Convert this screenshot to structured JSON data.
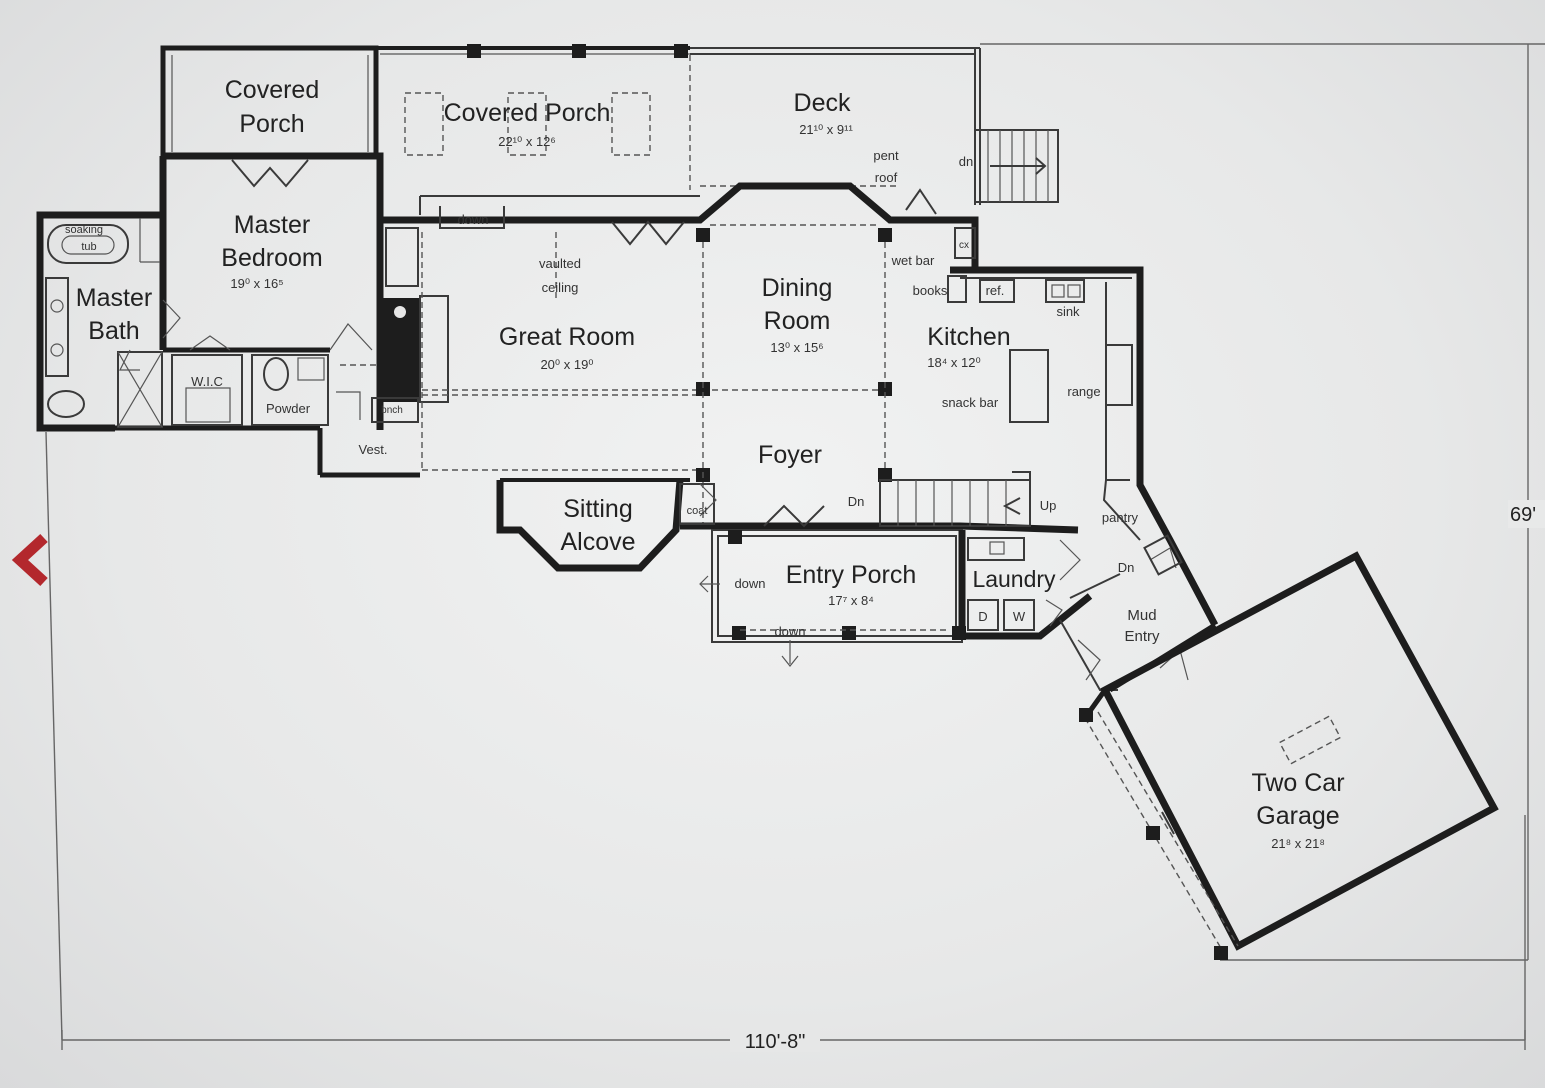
{
  "plan": {
    "rooms": {
      "covered_porch_left": "Covered\nPorch",
      "covered_porch_main": "Covered Porch",
      "covered_porch_main_size": "22¹⁰ x 12⁶",
      "deck": "Deck",
      "deck_size": "21¹⁰ x 9¹¹",
      "master_bedroom": "Master\nBedroom",
      "master_bedroom_size": "19⁰ x 16⁵",
      "master_bath": "Master\nBath",
      "great_room": "Great Room",
      "great_room_size": "20⁰ x 19⁰",
      "dining_room": "Dining\nRoom",
      "dining_room_size": "13⁰ x 15⁶",
      "kitchen": "Kitchen",
      "kitchen_size": "18⁴ x 12⁰",
      "foyer": "Foyer",
      "sitting_alcove": "Sitting\nAlcove",
      "entry_porch": "Entry Porch",
      "entry_porch_size": "17⁷ x 8⁴",
      "laundry": "Laundry",
      "mud_entry": "Mud\nEntry",
      "garage": "Two Car\nGarage",
      "garage_size": "21⁸ x 21⁸"
    },
    "labels": {
      "soaking_tub_1": "soaking",
      "soaking_tub_2": "tub",
      "wic": "W.I.C",
      "powder": "Powder",
      "vest": "Vest.",
      "vaulted_1": "vaulted",
      "vaulted_2": "ceiling",
      "down_great": "down",
      "pent_1": "pent",
      "pent_2": "roof",
      "dn_deck": "dn",
      "wet_bar": "wet bar",
      "books": "books",
      "ref": "ref.",
      "sink": "sink",
      "range": "range",
      "snack_bar": "snack bar",
      "pantry": "pantry",
      "coat": "coat",
      "dn_foyer": "Dn",
      "up": "Up",
      "dn_mud": "Dn",
      "down_entry_1": "down",
      "down_entry_2": "down",
      "dryer": "D",
      "washer": "W",
      "bench": "bnch",
      "cx": "cx"
    },
    "dimensions": {
      "width": "110'-8\"",
      "depth": "69'"
    }
  },
  "nav": {
    "prev_icon": "chevron-left-icon",
    "accent": "#b3282d"
  }
}
